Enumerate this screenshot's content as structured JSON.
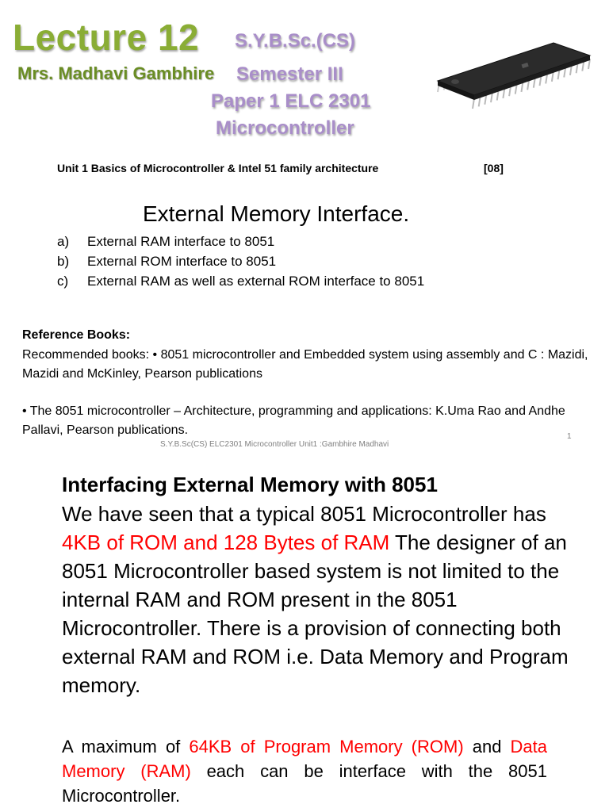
{
  "slide1": {
    "title": "Lecture 12",
    "author": "Mrs. Madhavi Gambhire",
    "course_line1": "S.Y.B.Sc.(CS)",
    "course_line2": "Semester III",
    "course_line3": "Paper 1 ELC 2301",
    "course_line4": "Microcontroller",
    "image": "ic-chip-icon",
    "unit_line": "Unit 1 Basics of Microcontroller & Intel 51 family architecture",
    "unit_code": "[08]",
    "section_title": "External Memory Interface.",
    "items": [
      {
        "mark": "a)",
        "text": "External RAM interface to 8051"
      },
      {
        "mark": "b)",
        "text": "External ROM interface to 8051"
      },
      {
        "mark": "c)",
        "text": "External RAM as well as external ROM interface to 8051"
      }
    ],
    "reference_heading": "Reference Books:",
    "reference_1": " Recommended books: • 8051 microcontroller and Embedded system using assembly and C : Mazidi, Mazidi and McKinley, Pearson publications",
    "reference_2": "• The 8051 microcontroller – Architecture, programming and applications:    K.Uma Rao and Andhe Pallavi, Pearson publications.",
    "footer": "S.Y.B.Sc(CS) ELC2301 Microcontroller Unit1 :Gambhire Madhavi",
    "page_number": "1"
  },
  "slide2": {
    "heading": "Interfacing External Memory with 8051",
    "p1_a": "We have seen that a typical 8051 Microcontroller has ",
    "p1_highlight": "4KB of ROM and 128 Bytes of RAM",
    "p1_b": " The designer of an 8051 Microcontroller based system is not limited to the internal RAM and ROM present in the 8051 Microcontroller. There is a provision of connecting both external RAM and ROM i.e. Data Memory and Program memory.",
    "p2_a": "A maximum of ",
    "p2_h1": "64KB of Program Memory (ROM)",
    "p2_b": " and ",
    "p2_h2": "Data Memory (RAM)",
    "p2_c": " each can be interface with the 8051 Microcontroller.",
    "highlight_color": "#ff0000"
  },
  "colors": {
    "title_green": "#8aad35",
    "author_green": "#6a8d24",
    "course_purple": "#a98ec9"
  }
}
